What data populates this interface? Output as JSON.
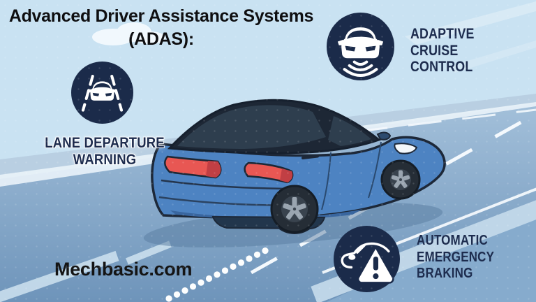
{
  "title": {
    "line1": "Advanced Driver Assistance Systems",
    "line2": "(ADAS):"
  },
  "watermark": "Mechbasic.com",
  "features": [
    {
      "name": "Adaptive Cruise Control",
      "icon": "adaptive-cruise-icon",
      "lines": [
        "ADAPTIVE",
        "CRUISE",
        "CONTROL"
      ]
    },
    {
      "name": "Lane Departure Warning",
      "icon": "lane-departure-icon",
      "lines": [
        "LANE DEPARTURE",
        "WARNING"
      ]
    },
    {
      "name": "Automatic Emergency Braking",
      "icon": "emergency-braking-icon",
      "lines": [
        "AUTOMATIC",
        "EMERGENCY",
        "BRAKING"
      ]
    }
  ],
  "colors": {
    "sky": "#c9e2f2",
    "road_far": "#a3c0da",
    "road_near": "#6e94ba",
    "badge_circle": "#1b2b4a",
    "feature_label_text": "#1d2c4e",
    "title_text": "#0e0e10",
    "car_body": "#4d83c2",
    "car_window": "#2e3e4e",
    "taillight": "#e85753",
    "lane_marking": "#ffffff"
  }
}
